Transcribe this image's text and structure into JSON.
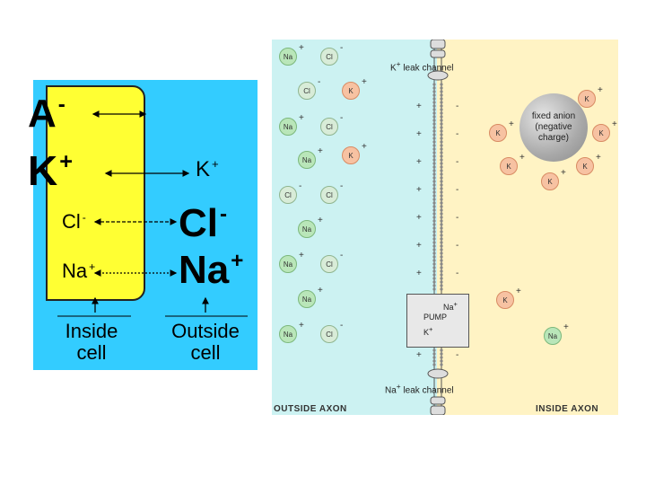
{
  "left_panel": {
    "inside_ions": [
      {
        "symbol": "A",
        "charge": "-"
      },
      {
        "symbol": "K",
        "charge": "+"
      },
      {
        "symbol": "Cl",
        "charge": "-"
      },
      {
        "symbol": "Na",
        "charge": "+"
      }
    ],
    "outside_ions": [
      {
        "symbol": "K",
        "charge": "+"
      },
      {
        "symbol": "Cl",
        "charge": "-"
      },
      {
        "symbol": "Na",
        "charge": "+"
      }
    ],
    "label_inside": "Inside cell",
    "label_outside": "Outside cell"
  },
  "right_panel": {
    "outside_label": "OUTSIDE AXON",
    "inside_label": "INSIDE AXON",
    "k_channel": {
      "ion": "K",
      "charge": "+",
      "text": "leak channel"
    },
    "na_channel": {
      "ion": "Na",
      "charge": "+",
      "text": "leak channel"
    },
    "pump": {
      "na": "Na",
      "na_charge": "+",
      "label": "PUMP",
      "k": "K",
      "k_charge": "+"
    },
    "fixed_anion": "fixed anion (negative charge)",
    "plus": "+",
    "minus": "-",
    "outside_ions": [
      {
        "s": "Na",
        "c": "+"
      },
      {
        "s": "Cl",
        "c": "-"
      },
      {
        "s": "Cl",
        "c": "-"
      },
      {
        "s": "K",
        "c": "+"
      },
      {
        "s": "Na",
        "c": "+"
      },
      {
        "s": "Cl",
        "c": "-"
      },
      {
        "s": "Na",
        "c": "+"
      },
      {
        "s": "K",
        "c": "+"
      },
      {
        "s": "Cl",
        "c": "-"
      },
      {
        "s": "Cl",
        "c": "-"
      },
      {
        "s": "Na",
        "c": "+"
      },
      {
        "s": "Na",
        "c": "+"
      },
      {
        "s": "Cl",
        "c": "-"
      },
      {
        "s": "Na",
        "c": "+"
      },
      {
        "s": "Na",
        "c": "+"
      },
      {
        "s": "Cl",
        "c": "-"
      }
    ],
    "inside_ions": [
      {
        "s": "K",
        "c": "+"
      },
      {
        "s": "K",
        "c": "+"
      },
      {
        "s": "K",
        "c": "+"
      },
      {
        "s": "K",
        "c": "+"
      },
      {
        "s": "K",
        "c": "+"
      },
      {
        "s": "K",
        "c": "+"
      },
      {
        "s": "K",
        "c": "+"
      },
      {
        "s": "Na",
        "c": "+"
      }
    ]
  },
  "colors": {
    "left_bg": "#33ccff",
    "cell_yellow": "#ffff33",
    "outside_axon": "#ccf2f2",
    "inside_axon": "#fff3c4",
    "na_bubble": "#b9e6b9",
    "k_bubble": "#f7c2a2"
  }
}
